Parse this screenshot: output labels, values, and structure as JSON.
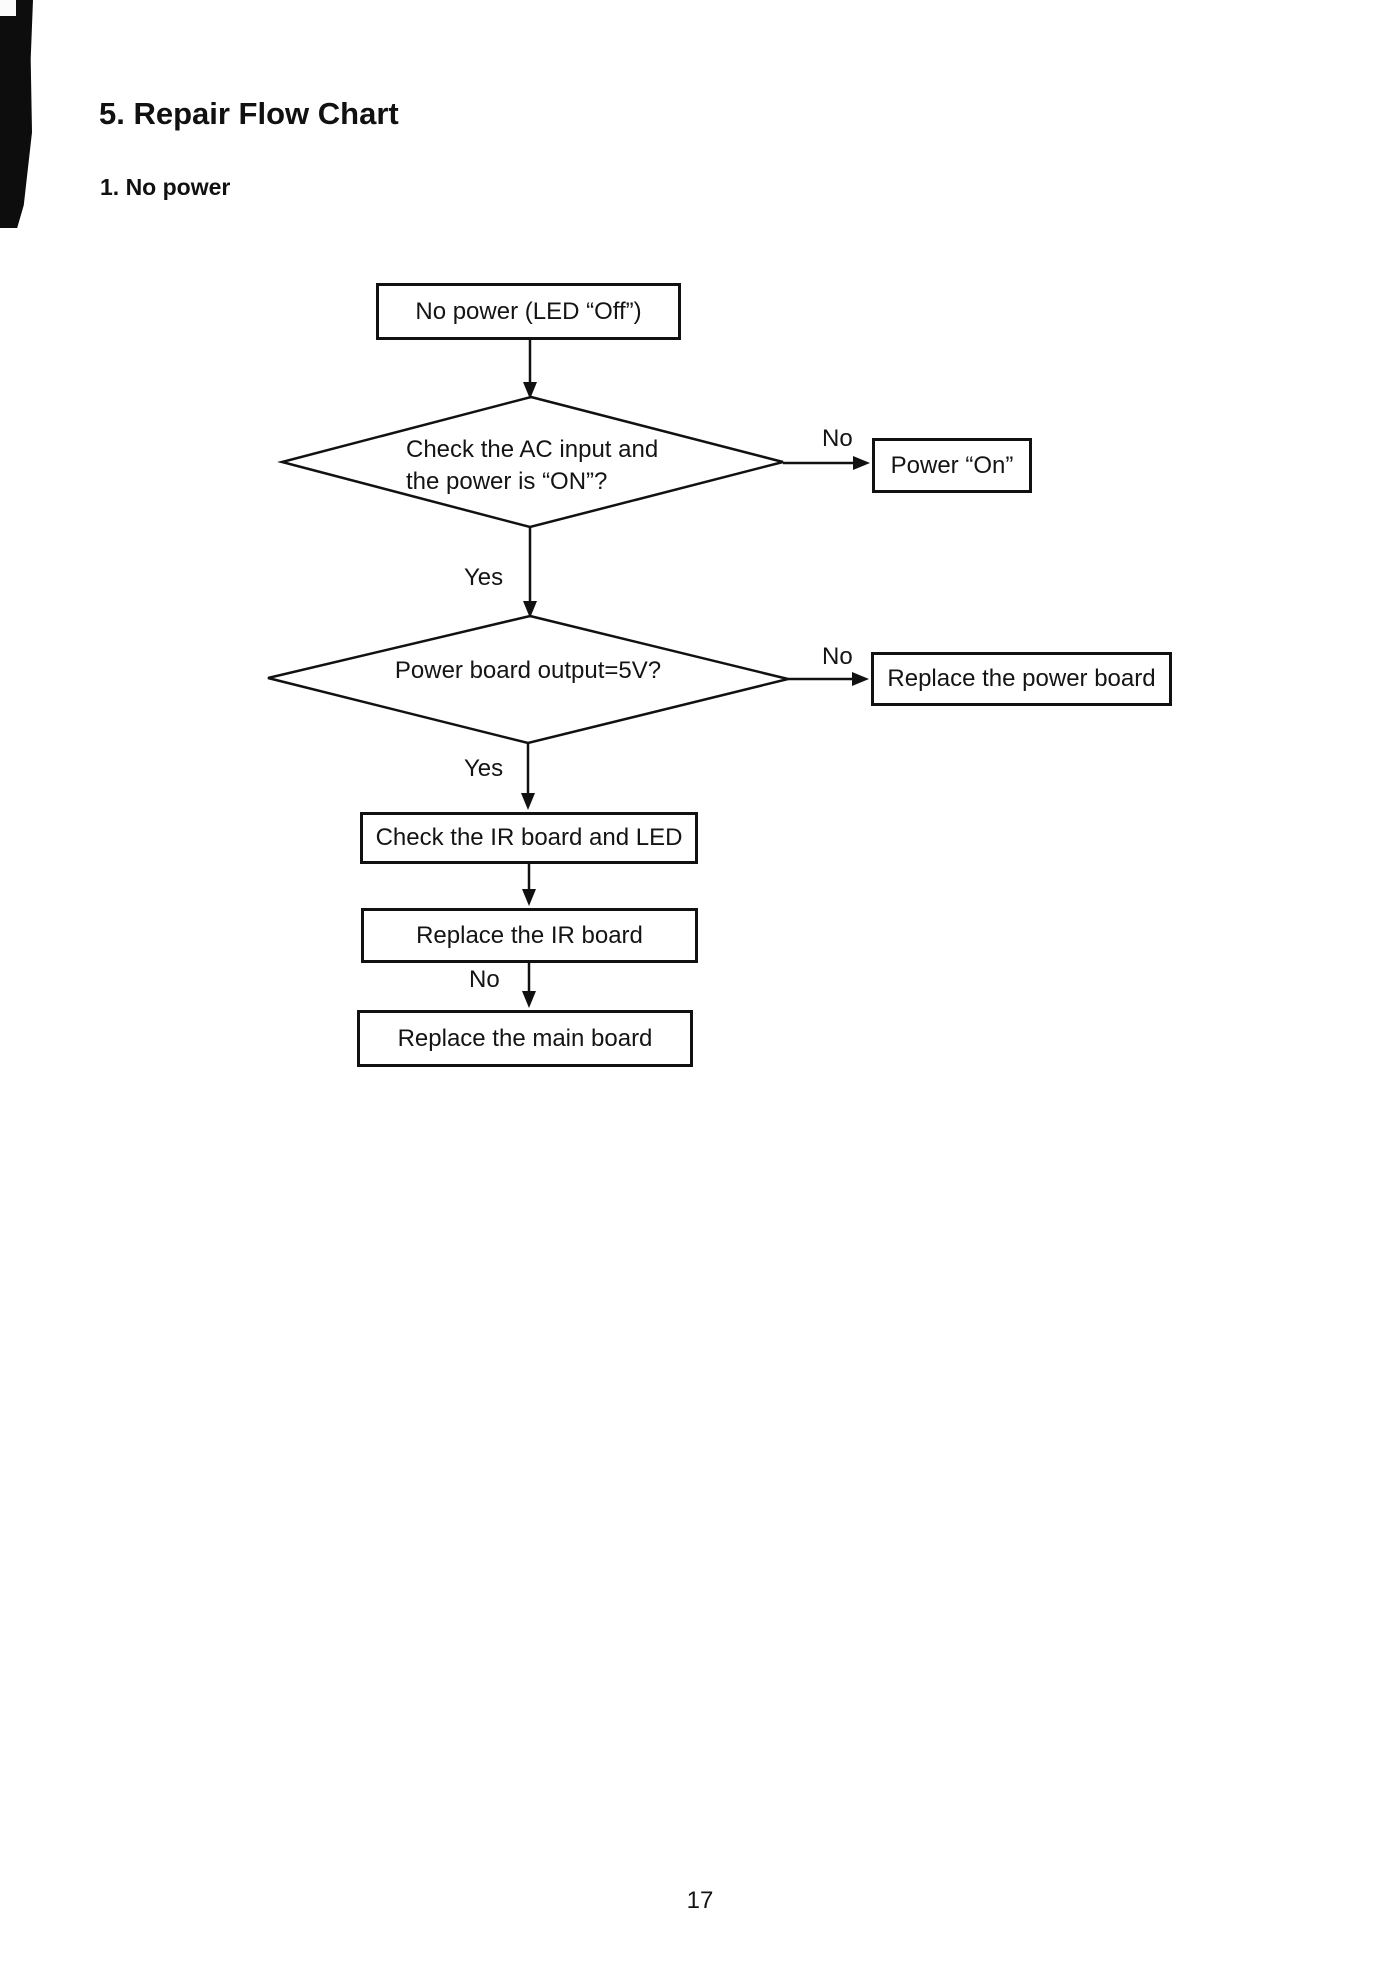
{
  "page": {
    "title": "5. Repair Flow Chart",
    "section": "1. No power",
    "page_number": "17"
  },
  "colors": {
    "ink": "#111111",
    "paper": "#ffffff"
  },
  "flowchart": {
    "nodes": {
      "start": "No power (LED “Off”)",
      "decision1_line1": "Check the AC input and",
      "decision1_line2": "the power is “ON”?",
      "action_power_on": "Power “On”",
      "decision2": "Power board output=5V?",
      "action_replace_power_board": "Replace the power board",
      "action_check_ir_board": "Check the IR board and LED",
      "action_replace_ir_board": "Replace the IR board",
      "action_replace_main_board": "Replace the main board"
    },
    "edge_labels": {
      "decision1_no": "No",
      "decision1_yes": "Yes",
      "decision2_no": "No",
      "decision2_yes": "Yes",
      "replace_ir_no": "No"
    }
  }
}
